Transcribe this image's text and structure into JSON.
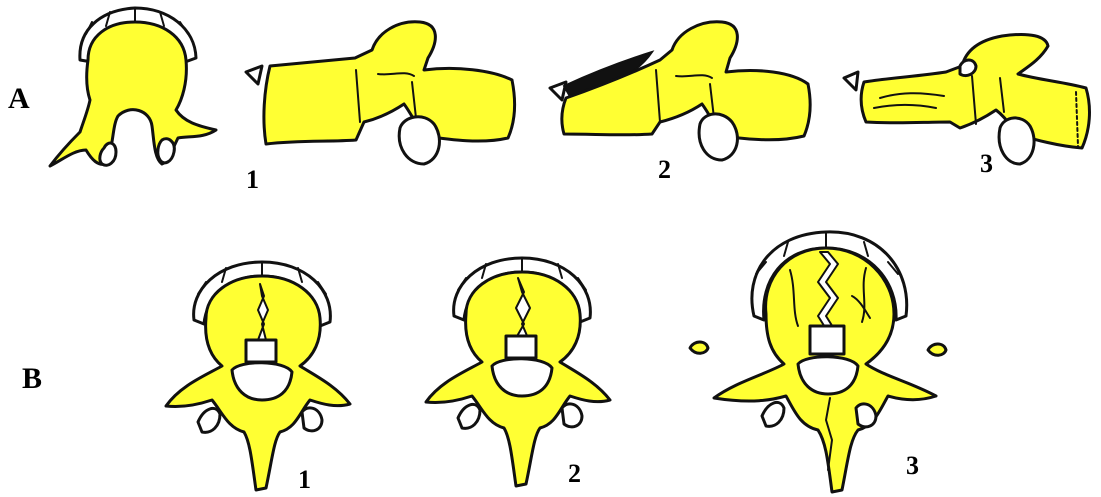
{
  "rows": {
    "a": {
      "label": "A",
      "panels": [
        "1",
        "2",
        "3"
      ]
    },
    "b": {
      "label": "B",
      "panels": [
        "1",
        "2",
        "3"
      ]
    }
  },
  "colors": {
    "bone": "#ffff33",
    "outline": "#111111",
    "background": "#ffffff"
  }
}
